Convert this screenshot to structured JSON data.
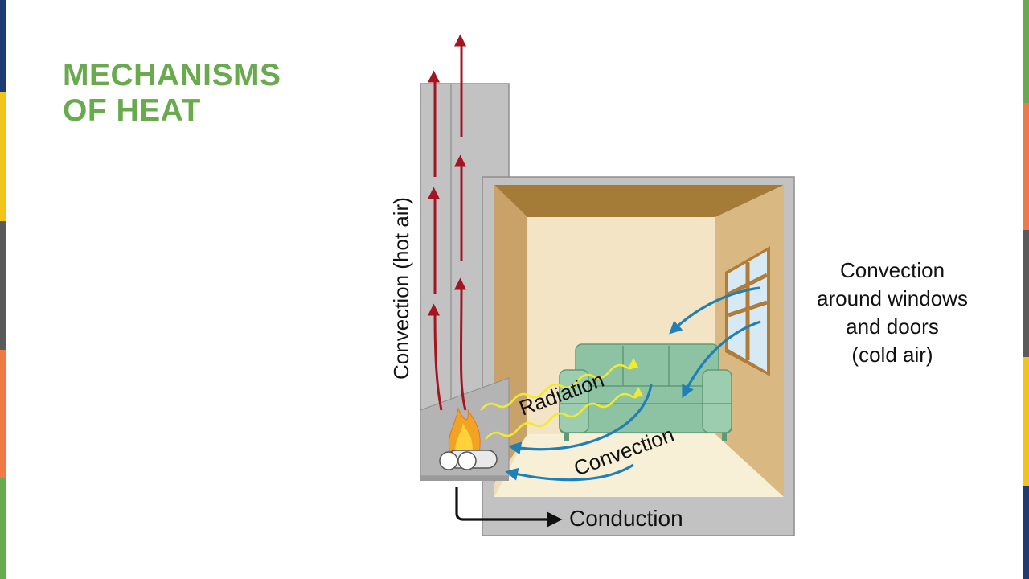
{
  "slide": {
    "title_line1": "MECHANISMS",
    "title_line2": "OF HEAT",
    "title_color": "#6aaa4e"
  },
  "diagram": {
    "label_chimney": "Convection (hot air)",
    "label_windows": [
      "Convection",
      "around windows",
      "and doors",
      "(cold air)"
    ],
    "label_radiation": "Radiation",
    "label_convection": "Convection",
    "label_conduction": "Conduction"
  },
  "colors": {
    "hot_air_arrow": "#a31621",
    "cold_air_arrow": "#1f7fb8",
    "radiation_wave": "#f2ea2a",
    "conduction_arrow": "#111111",
    "wall_gray": "#c2c2c2",
    "room_wall": "#efdfb8",
    "sofa": "#8dc2a2"
  },
  "edge_bars": {
    "left": [
      "#1f3b73",
      "#f0c419",
      "#5a5a5a",
      "#ef7a45",
      "#6aaa4e"
    ],
    "right": [
      "#6aaa4e",
      "#ef7a45",
      "#5a5a5a",
      "#f0c419",
      "#1f3b73"
    ]
  }
}
